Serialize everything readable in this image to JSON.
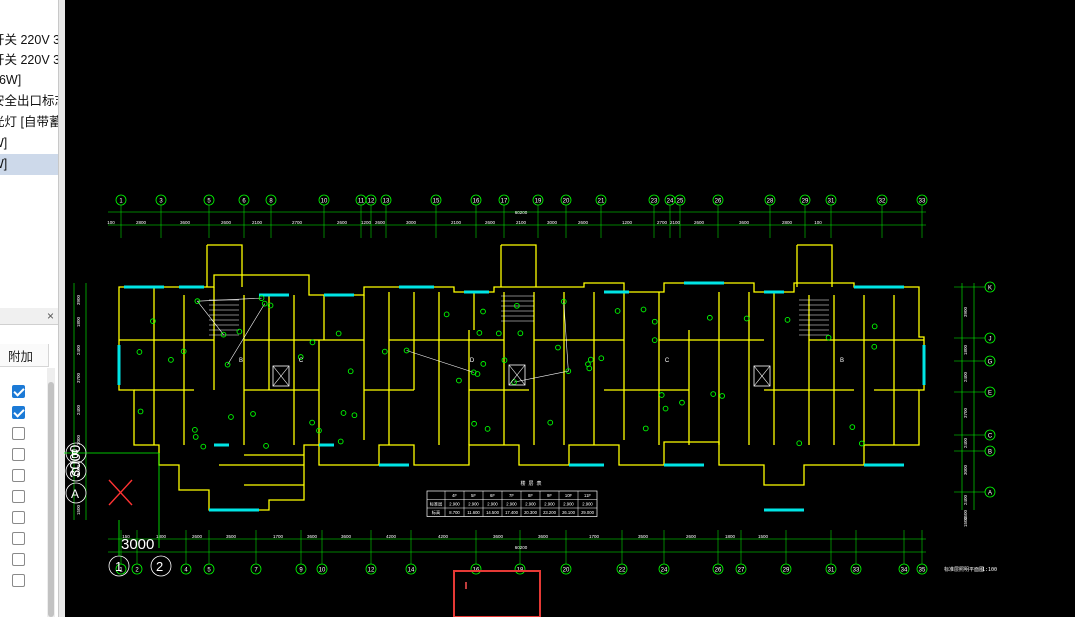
{
  "layer_list": {
    "items": [
      {
        "label": "开关 220V 3",
        "selected": false
      },
      {
        "label": "开关 220V 3",
        "selected": false
      },
      {
        "label": "36W]",
        "selected": false
      },
      {
        "label": "安全出口标志",
        "selected": false
      },
      {
        "label": "光灯 [自带蓄",
        "selected": false
      },
      {
        "label": "W]",
        "selected": false
      },
      {
        "label": "W]",
        "selected": true
      }
    ]
  },
  "attribute_panel": {
    "close_label": "×",
    "column_label": "附加",
    "checkboxes": [
      true,
      true,
      false,
      false,
      false,
      false,
      false,
      false,
      false,
      false
    ]
  },
  "drawing": {
    "colors": {
      "background": "#000000",
      "axis": "#00ff00",
      "wall": "#ffff00",
      "window": "#00e5e5",
      "fixture": "#ffffff",
      "cursor_box": "#e53935"
    },
    "top_axes": [
      "1",
      "3",
      "5",
      "6",
      "8",
      "10",
      "11",
      "12",
      "13",
      "15",
      "16",
      "17",
      "19",
      "20",
      "21",
      "23",
      "24",
      "25",
      "26",
      "28",
      "29",
      "31",
      "32",
      "33"
    ],
    "top_dims": [
      "100",
      "2800",
      "3600",
      "2600",
      "2100",
      "2700",
      "2600",
      "1200",
      "2600",
      "3000",
      "2100",
      "2600",
      "2100",
      "3000",
      "2600",
      "1200",
      "2700",
      "2100",
      "2600",
      "3600",
      "2800",
      "100"
    ],
    "top_total": "60200",
    "bottom_axes": [
      "1",
      "2",
      "4",
      "5",
      "7",
      "9",
      "10",
      "12",
      "14",
      "16",
      "18",
      "20",
      "22",
      "24",
      "26",
      "27",
      "29",
      "31",
      "33",
      "34",
      "35"
    ],
    "bottom_dims": [
      "150",
      "1800",
      "2600",
      "3500",
      "1700",
      "3600",
      "3600",
      "4200",
      "4200",
      "3600",
      "3600",
      "1700",
      "3500",
      "2600",
      "1800",
      "1500"
    ],
    "bottom_total": "60200",
    "right_axes": [
      "K",
      "J",
      "G",
      "E",
      "C",
      "B",
      "A"
    ],
    "right_dims": [
      "3900",
      "1800",
      "2400",
      "3700",
      "2400",
      "3000",
      "2400",
      "1500",
      "1500"
    ],
    "left_dims": [
      "1500",
      "2400",
      "3000",
      "2400",
      "3700",
      "2400",
      "1800",
      "3900"
    ],
    "overlay_axes": {
      "a": "A",
      "b": "B",
      "c": "C",
      "one": "1",
      "two": "2",
      "dim_horizontal": "3000",
      "dim_vertical": "3000"
    },
    "table_title": "楼 层 表",
    "table_headers": [
      "",
      "4F",
      "5F",
      "6F",
      "7F",
      "8F",
      "9F",
      "10F",
      "11F"
    ],
    "table_rows": [
      [
        "标准层",
        "2.900",
        "2.900",
        "2.900",
        "2.900",
        "2.900",
        "2.900",
        "2.900",
        "2.900"
      ],
      [
        "标高",
        "8.700",
        "11.600",
        "14.500",
        "17.400",
        "20.300",
        "23.200",
        "26.100",
        "29.000"
      ]
    ],
    "drawing_title": "标准层照明平面图",
    "scale": "1:100",
    "room_labels": [
      "B",
      "C",
      "D",
      "C",
      "B"
    ]
  }
}
